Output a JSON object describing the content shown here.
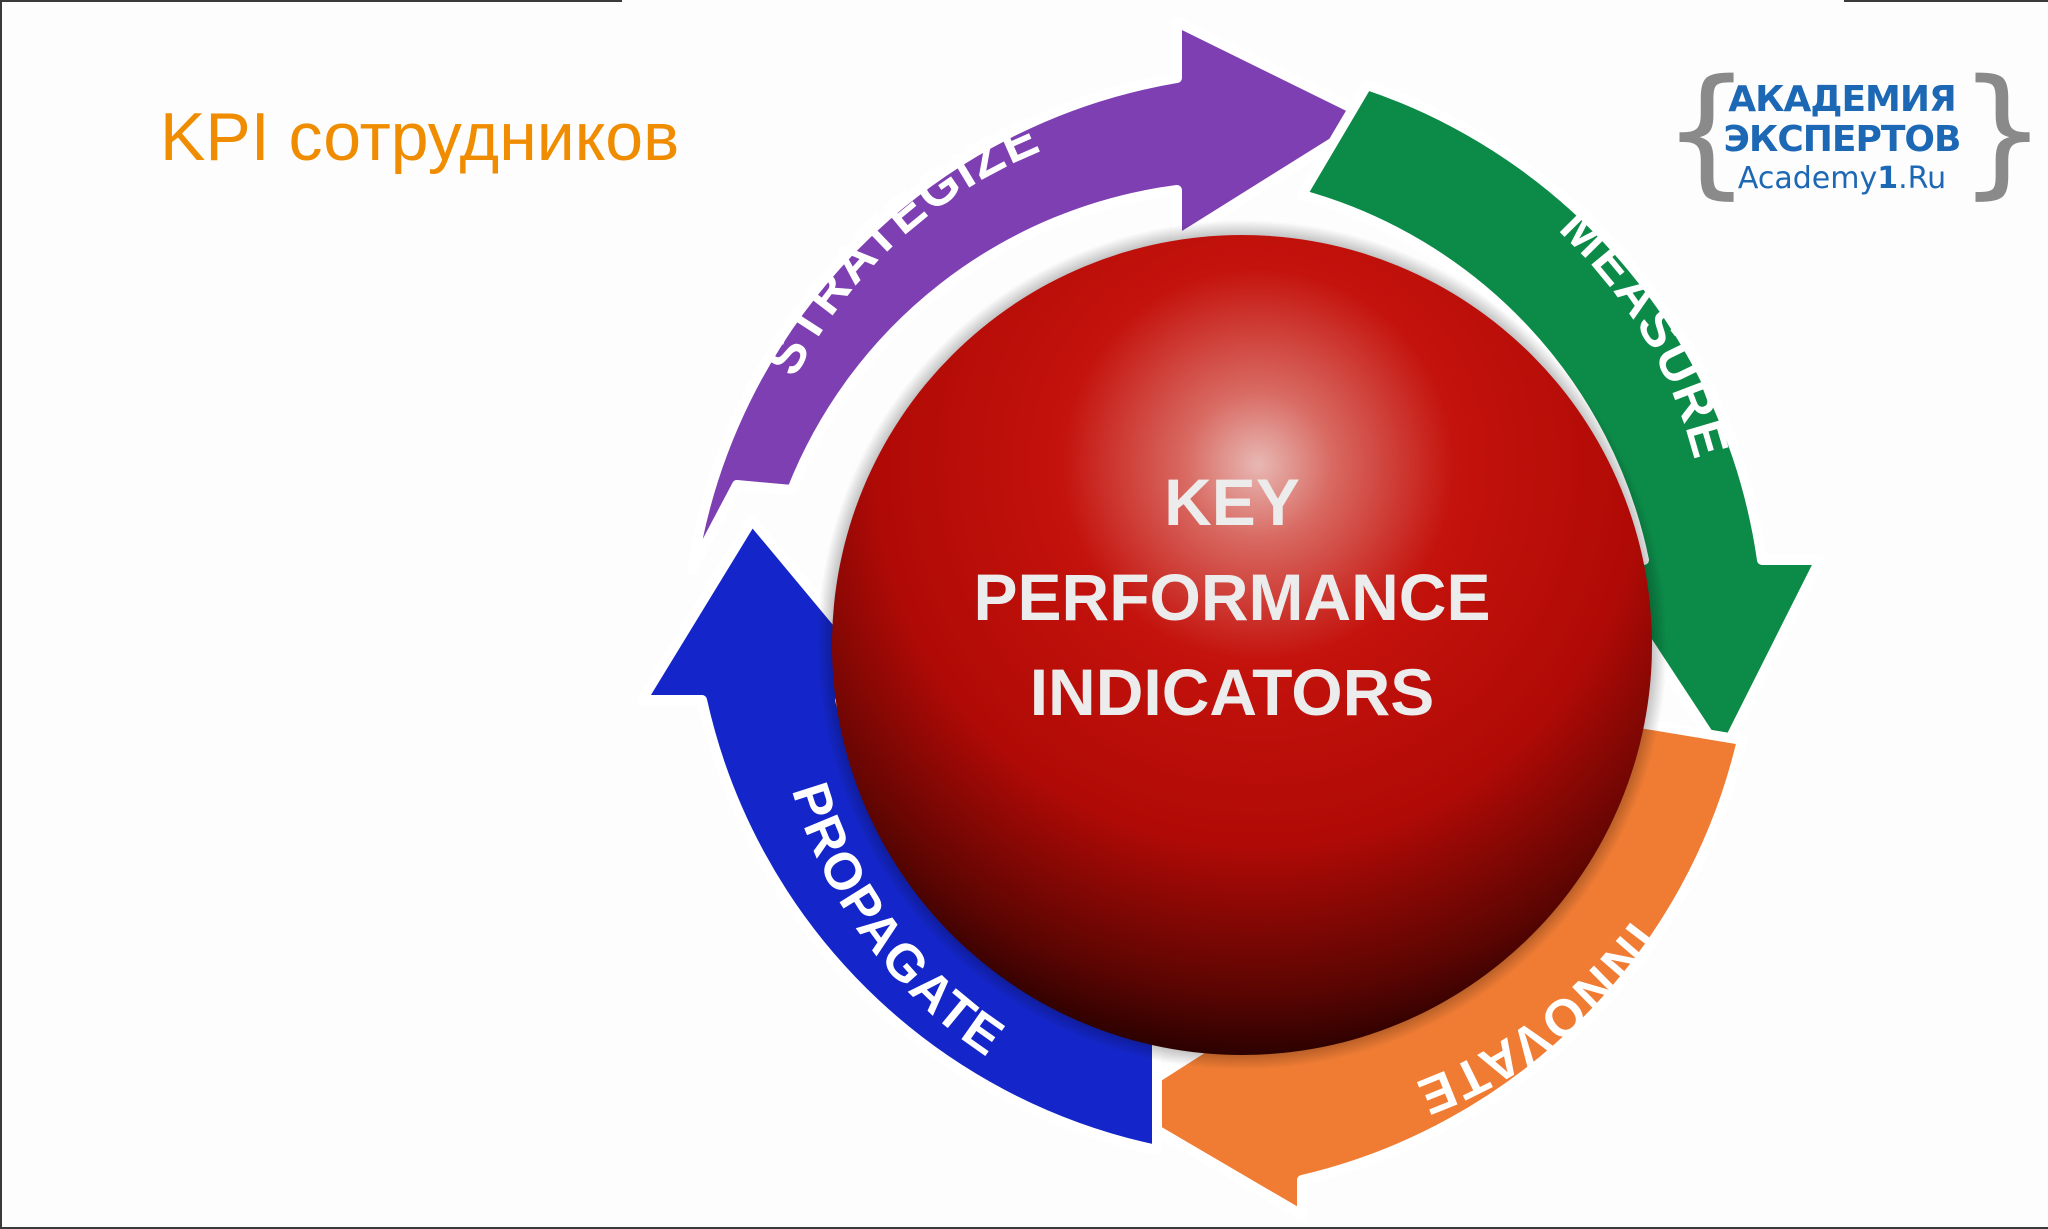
{
  "title": "KPI сотрудников",
  "logo": {
    "line1": "АКАДЕМИЯ",
    "line2": "ЭКСПЕРТОВ",
    "line3_prefix": "Academy",
    "line3_bold": "1",
    "line3_suffix": ".Ru",
    "color": "#1d68b5"
  },
  "diagram": {
    "center_lines": [
      "KEY",
      "PERFORMANCE",
      "INDICATORS"
    ],
    "stages": [
      {
        "label": "STRATEGIZE",
        "color": "#7d3fb1"
      },
      {
        "label": "MEASURE",
        "color": "#0c8a48"
      },
      {
        "label": "INNOVATE",
        "color": "#f07c34"
      },
      {
        "label": "PROPAGATE",
        "color": "#1426c9"
      }
    ],
    "center_color": "#c4120c"
  }
}
